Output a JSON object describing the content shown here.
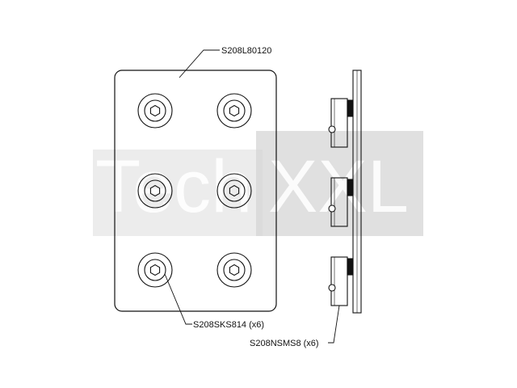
{
  "labels": {
    "plate": "S208L80120",
    "screw": "S208SKS814 (x6)",
    "nut": "S208NSMS8 (x6)"
  },
  "watermark": {
    "part1": "Tech",
    "part2": "XXL"
  },
  "colors": {
    "line": "#111111",
    "watermark_box": "#d9d9d9",
    "watermark_text_light": "#ffffff"
  }
}
